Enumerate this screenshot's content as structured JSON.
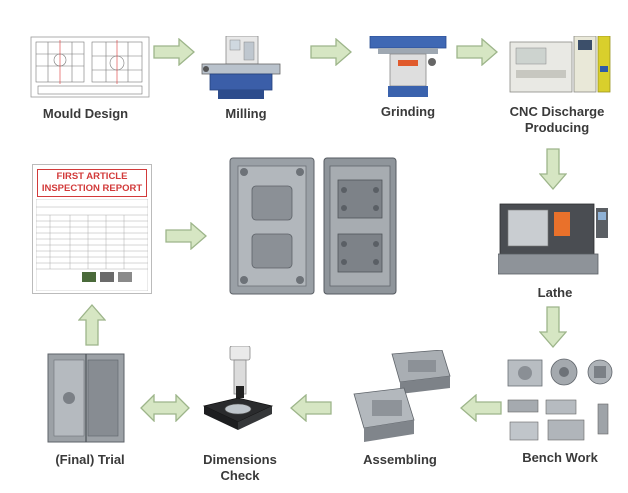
{
  "steps": {
    "mould_design": "Mould Design",
    "milling": "Milling",
    "grinding": "Grinding",
    "cnc_line1": "CNC Discharge",
    "cnc_line2": "Producing",
    "lathe": "Lathe",
    "bench_work": "Bench Work",
    "assembling": "Assembling",
    "dimensions_line1": "Dimensions",
    "dimensions_line2": "Check",
    "final_trial": "(Final) Trial"
  },
  "report": {
    "title_line1": "FIRST ARTICLE",
    "title_line2": "INSPECTION REPORT"
  },
  "colors": {
    "arrow_fill": "#d6e6c3",
    "arrow_stroke": "#9db58a",
    "label_text": "#3a3a3a",
    "report_red": "#d23a3a"
  }
}
